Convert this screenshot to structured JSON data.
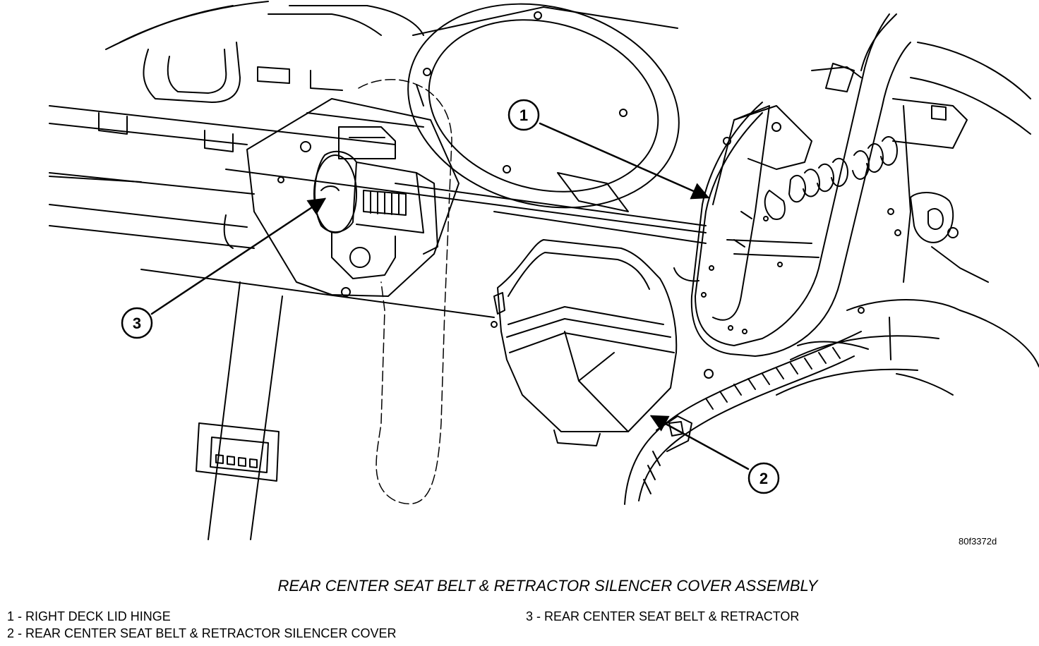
{
  "callouts": {
    "c1": "1",
    "c2": "2",
    "c3": "3"
  },
  "figure_code": "80f3372d",
  "title": "REAR CENTER SEAT BELT & RETRACTOR SILENCER COVER ASSEMBLY",
  "legend": [
    {
      "number": "1",
      "text": "1 - RIGHT DECK LID HINGE"
    },
    {
      "number": "2",
      "text": "2 - REAR CENTER SEAT BELT & RETRACTOR SILENCER COVER"
    },
    {
      "number": "3",
      "text": "3 - REAR CENTER SEAT BELT & RETRACTOR"
    }
  ],
  "colors": {
    "line": "#000000",
    "background": "#ffffff"
  }
}
